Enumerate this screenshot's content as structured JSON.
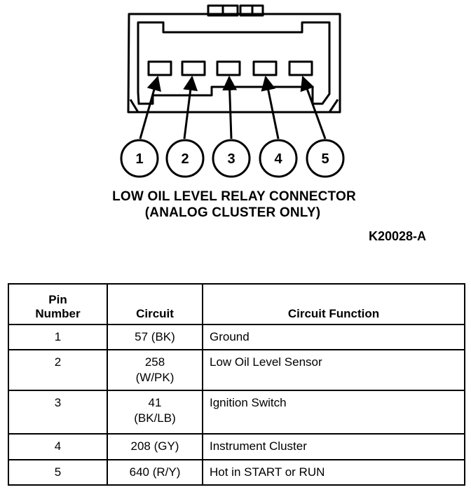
{
  "diagram": {
    "pins": [
      "1",
      "2",
      "3",
      "4",
      "5"
    ],
    "caption_line1": "LOW OIL LEVEL RELAY CONNECTOR",
    "caption_line2": "(ANALOG CLUSTER ONLY)",
    "figure_id": "K20028-A"
  },
  "table": {
    "headers": {
      "pin_line1": "Pin",
      "pin_line2": "Number",
      "circuit": "Circuit",
      "function": "Circuit Function"
    },
    "rows": [
      {
        "pin": "1",
        "circuit_line1": "57 (BK)",
        "circuit_line2": "",
        "function": "Ground"
      },
      {
        "pin": "2",
        "circuit_line1": "258",
        "circuit_line2": "(W/PK)",
        "function": "Low Oil Level Sensor"
      },
      {
        "pin": "3",
        "circuit_line1": "41",
        "circuit_line2": "(BK/LB)",
        "function": "Ignition Switch"
      },
      {
        "pin": "4",
        "circuit_line1": "208 (GY)",
        "circuit_line2": "",
        "function": "Instrument Cluster"
      },
      {
        "pin": "5",
        "circuit_line1": "640 (R/Y)",
        "circuit_line2": "",
        "function": "Hot in START or RUN"
      }
    ]
  }
}
